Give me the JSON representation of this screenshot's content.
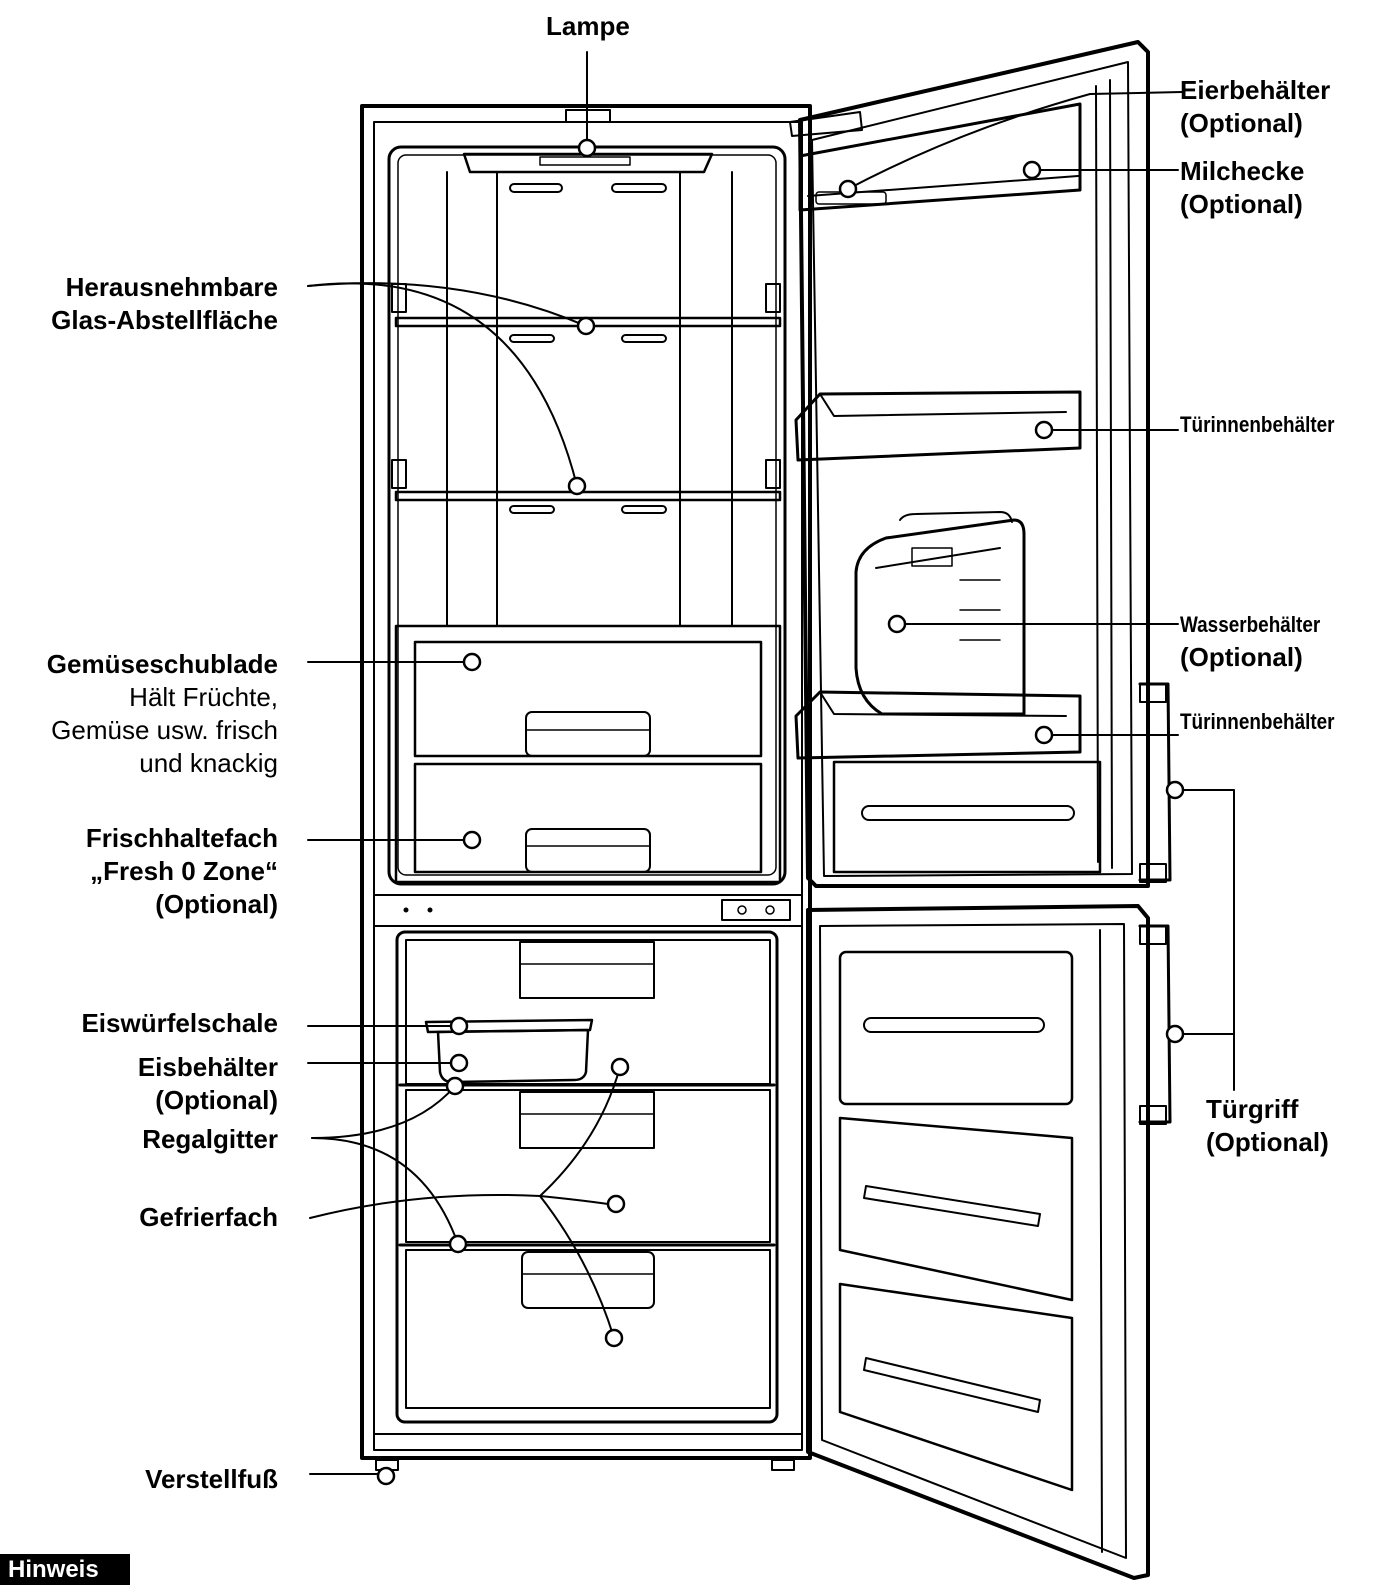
{
  "labels": {
    "lampe": "Lampe",
    "glass_1": "Herausnehmbare",
    "glass_2": "Glas-Abstellfläche",
    "gemuese": "Gemüseschublade",
    "gemuese_d1": "Hält Früchte,",
    "gemuese_d2": "Gemüse usw. frisch",
    "gemuese_d3": "und knackig",
    "fresh_1": "Frischhaltefach",
    "fresh_2": "„Fresh 0 Zone“",
    "fresh_3": "(Optional)",
    "eiswuerfel": "Eiswürfelschale",
    "eisbeh_1": "Eisbehälter",
    "eisbeh_2": "(Optional)",
    "regal": "Regalgitter",
    "gefrier": "Gefrierfach",
    "verstell": "Verstellfuß",
    "eier_1": "Eierbehälter",
    "eier_2": "(Optional)",
    "milch_1": "Milchecke",
    "milch_2": "(Optional)",
    "tuer1": "Türinnenbehälter",
    "wasser_1": "Wasserbehälter",
    "wasser_2": "(Optional)",
    "tuer2": "Türinnenbehälter",
    "griff_1": "Türgriff",
    "griff_2": "(Optional)"
  },
  "note": "Hinweis"
}
